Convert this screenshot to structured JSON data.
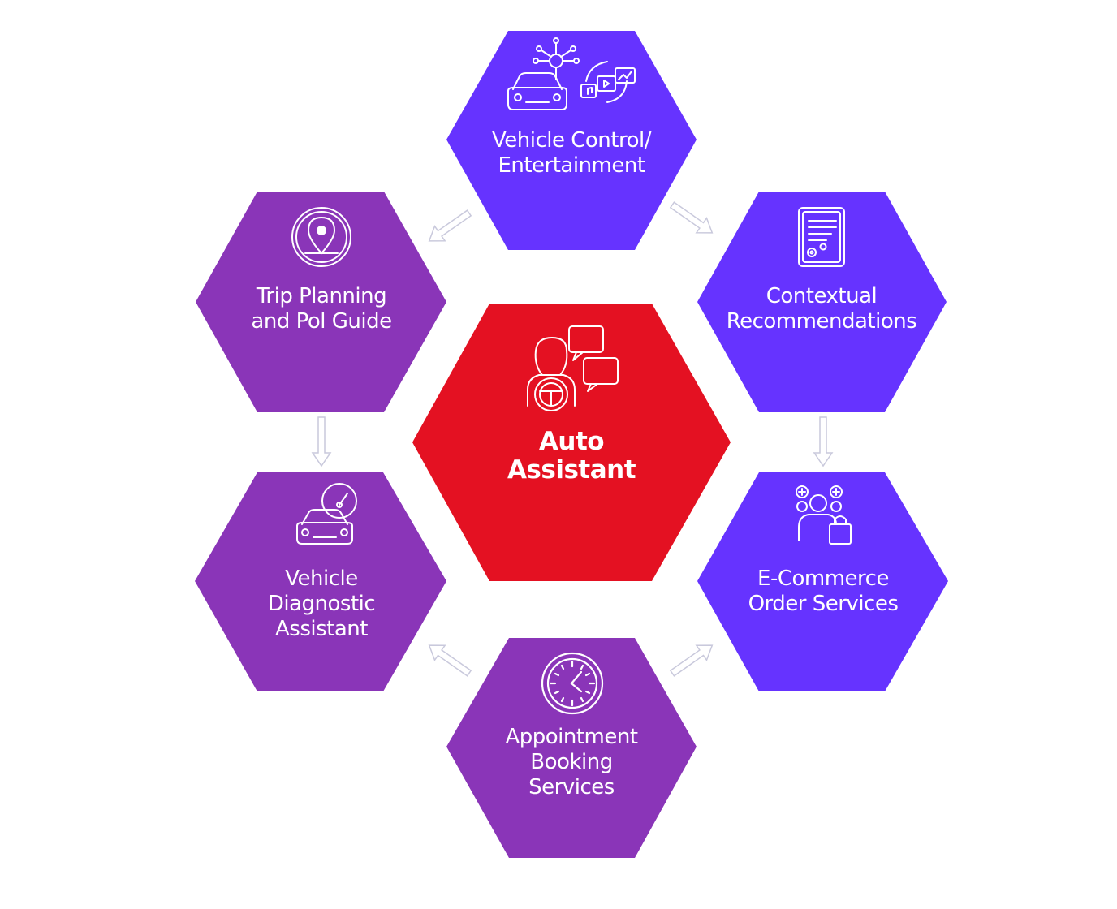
{
  "diagram": {
    "center": {
      "lines": [
        "Auto",
        "Assistant"
      ],
      "color": "#e41122",
      "icon": "driver-chat-icon"
    },
    "nodes": [
      {
        "id": "vehicle-control",
        "lines": [
          "Vehicle Control/",
          "Entertainment"
        ],
        "color": "#6633ff",
        "icon": "car-media-icon"
      },
      {
        "id": "contextual-recommendations",
        "lines": [
          "Contextual",
          "Recommendations"
        ],
        "color": "#6633ff",
        "icon": "document-gear-icon"
      },
      {
        "id": "ecommerce",
        "lines": [
          "E-Commerce",
          "Order Services"
        ],
        "color": "#6633ff",
        "icon": "shopper-icon"
      },
      {
        "id": "appointment",
        "lines": [
          "Appointment",
          "Booking",
          "Services"
        ],
        "color": "#8a35b8",
        "icon": "clock-icon"
      },
      {
        "id": "diagnostic",
        "lines": [
          "Vehicle",
          "Diagnostic",
          "Assistant"
        ],
        "color": "#8a35b8",
        "icon": "car-gauge-icon"
      },
      {
        "id": "trip-planning",
        "lines": [
          "Trip Planning",
          "and Pol Guide"
        ],
        "color": "#8a35b8",
        "icon": "map-pin-icon"
      }
    ],
    "arrow_color": "#c9c9dc"
  }
}
